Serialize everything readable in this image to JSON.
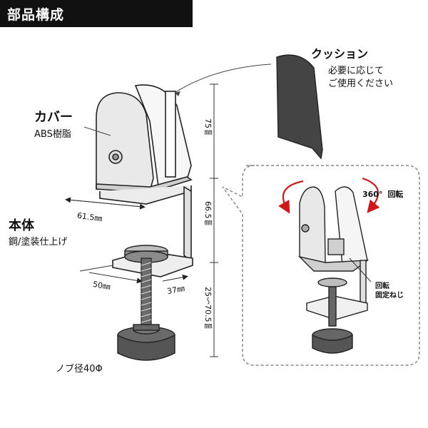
{
  "header": {
    "title": "部品構成"
  },
  "cover": {
    "name": "カバー",
    "material": "ABS樹脂"
  },
  "body_part": {
    "name": "本体",
    "material": "鋼/塗装仕上げ"
  },
  "cushion": {
    "name": "クッション",
    "note_line1": "必要に応じて",
    "note_line2": "ご使用ください"
  },
  "knob": {
    "label": "ノブ径40Φ"
  },
  "dimensions": {
    "height_cover": "75㎜",
    "height_body": "66.5㎜",
    "clamp_range": "25～70.5㎜",
    "depth": "61.5㎜",
    "base_width": "50㎜",
    "base_depth": "37㎜"
  },
  "detail": {
    "rotation_angle": "360°",
    "rotation_label": "回転",
    "screw_label_line1": "回転",
    "screw_label_line2": "固定ねじ"
  }
}
